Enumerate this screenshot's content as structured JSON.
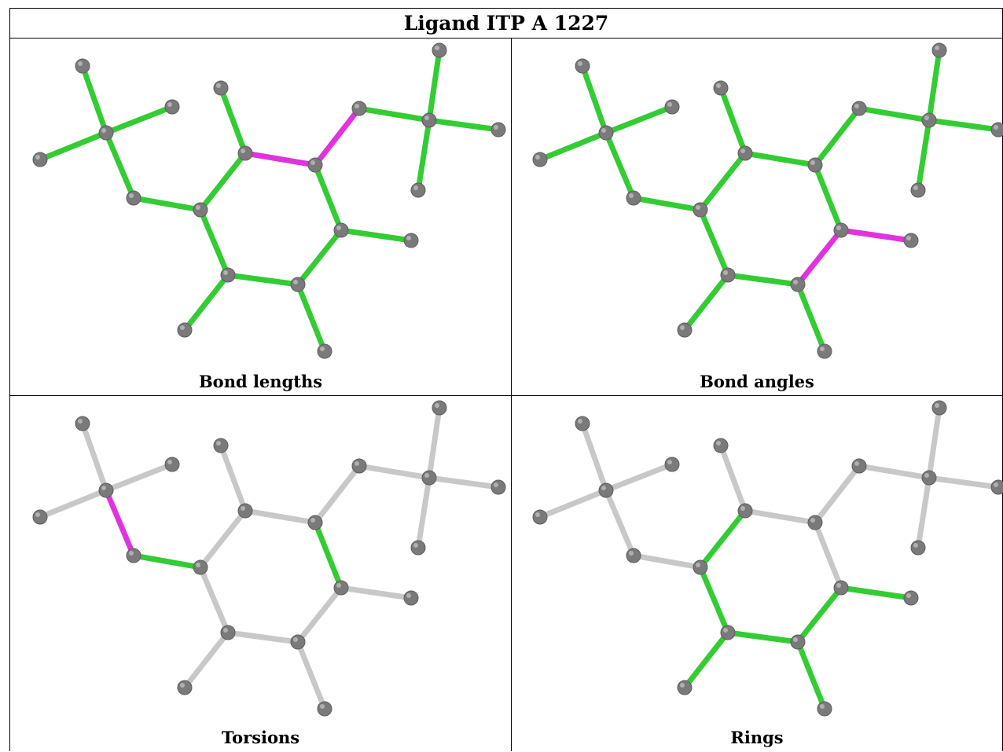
{
  "title": "Ligand ITP A 1227",
  "colors": {
    "atom": "#7a7a7a",
    "bond_ok": "#33cc33",
    "bond_flag": "#e033e0",
    "bond_inactive": "#c8c8c8"
  },
  "panels": [
    {
      "id": "bond-lengths",
      "caption": "Bond lengths",
      "bond_colors": [
        "g",
        "g",
        "g",
        "g",
        "g",
        "g",
        "g",
        "m",
        "m",
        "g",
        "g",
        "g",
        "g",
        "g",
        "g",
        "g",
        "g",
        "g",
        "g"
      ]
    },
    {
      "id": "bond-angles",
      "caption": "Bond angles",
      "bond_colors": [
        "g",
        "g",
        "g",
        "g",
        "g",
        "g",
        "g",
        "g",
        "g",
        "g",
        "g",
        "g",
        "g",
        "g",
        "m",
        "m",
        "g",
        "g",
        "g"
      ]
    },
    {
      "id": "torsions",
      "caption": "Torsions",
      "bond_colors": [
        "x",
        "x",
        "x",
        "m",
        "g",
        "x",
        "x",
        "x",
        "x",
        "x",
        "x",
        "x",
        "x",
        "g",
        "x",
        "x",
        "x",
        "x",
        "x"
      ]
    },
    {
      "id": "rings",
      "caption": "Rings",
      "bond_colors": [
        "x",
        "x",
        "x",
        "x",
        "x",
        "g",
        "x",
        "x",
        "x",
        "x",
        "x",
        "x",
        "x",
        "x",
        "g",
        "g",
        "g",
        "g",
        "g"
      ]
    }
  ]
}
